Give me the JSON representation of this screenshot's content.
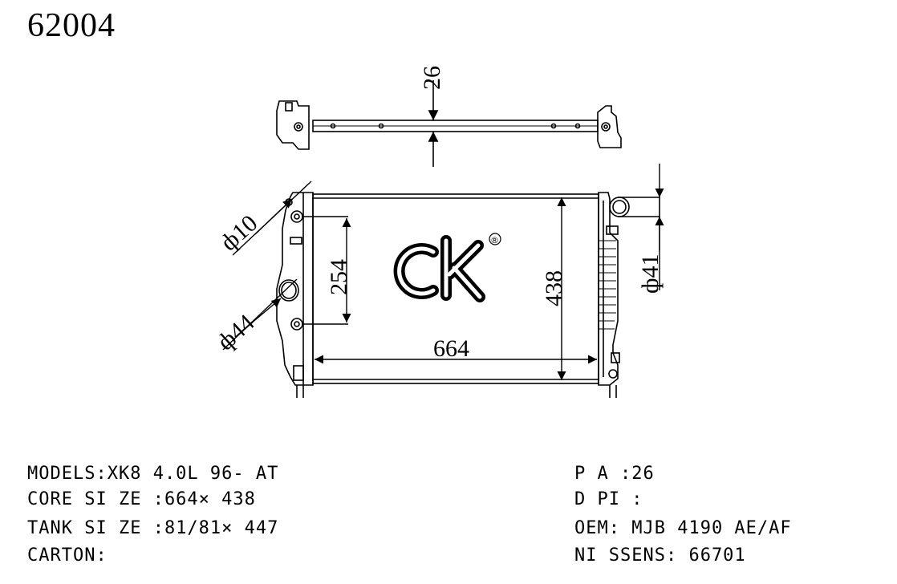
{
  "part_number": "62004",
  "dimensions": {
    "thickness": "26",
    "hole_dia_small": "ф10",
    "hole_dia_large": "ф44",
    "mount_spacing": "254",
    "core_height": "438",
    "core_width": "664",
    "outlet_dia": "ф41"
  },
  "logo": {
    "text": "ck",
    "registered": "®"
  },
  "specs_left": {
    "models": "MODELS:XK8 4.0L 96- AT",
    "core_size": "CORE SI ZE :664× 438",
    "tank_size": "TANK SI ZE :81/81× 447",
    "carton": "CARTON:"
  },
  "specs_right": {
    "pa": "P A :26",
    "dpi": "D PI :",
    "oem": "OEM: MJB 4190 AE/AF",
    "nissens": "NI SSENS: 66701"
  }
}
